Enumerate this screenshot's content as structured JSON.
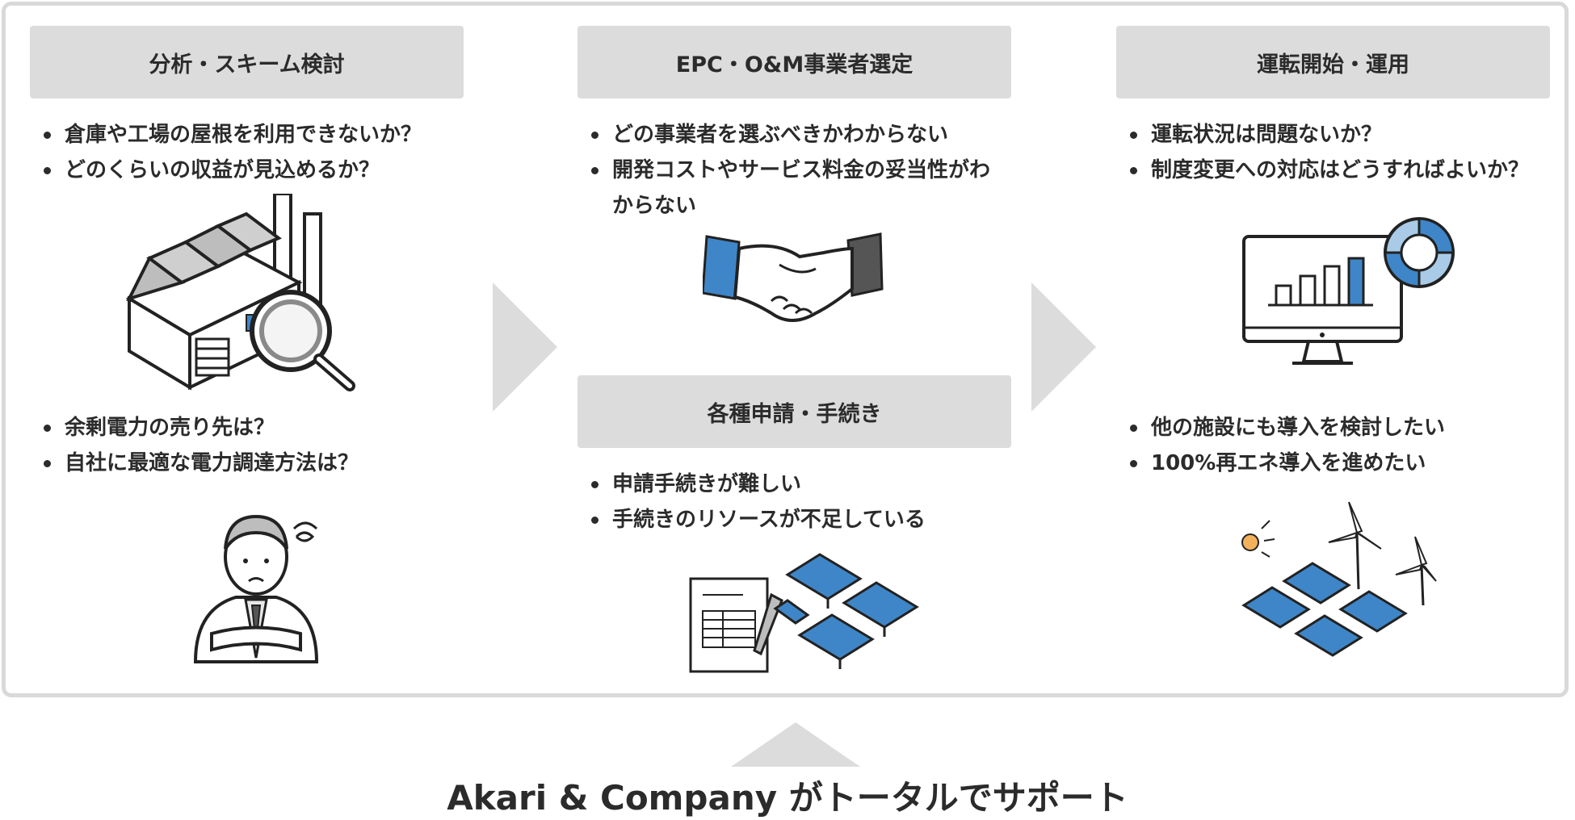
{
  "stages": [
    {
      "title": "分析・スキーム検討",
      "bullets_top": [
        "倉庫や工場の屋根を利用できないか？",
        "どのくらいの収益が見込めるか？"
      ],
      "bullets_bottom": [
        "余剰電力の売り先は？",
        "自社に最適な電力調達方法は？"
      ]
    },
    {
      "title": "EPC・O&M事業者選定",
      "bullets_top": [
        "どの事業者を選ぶべきかわからない",
        "開発コストやサービス料金の妥当性がわからない"
      ],
      "sub_title": "各種申請・手続き",
      "bullets_bottom": [
        "申請手続きが難しい",
        "手続きのリソースが不足している"
      ]
    },
    {
      "title": "運転開始・運用",
      "bullets_top": [
        "運転状況は問題ないか？",
        "制度変更への対応はどうすればよいか？"
      ],
      "bullets_bottom": [
        "他の施設にも導入を検討したい",
        "100%再エネ導入を進めたい"
      ]
    }
  ],
  "footer": {
    "text": "Akari & Company がトータルでサポート"
  },
  "colors": {
    "accent_blue": "#3f86c8",
    "light_blue": "#a9cbe8",
    "header_gray": "#dcdcdc",
    "frame_gray": "#d9d9d9",
    "sun": "#f2b25c"
  },
  "icons": [
    "factory-icon",
    "magnifier-icon",
    "worried-person-icon",
    "handshake-icon",
    "document-pen-icon",
    "solar-panel-icon",
    "monitor-chart-icon",
    "donut-chart-icon",
    "sun-icon",
    "wind-turbine-icon"
  ]
}
